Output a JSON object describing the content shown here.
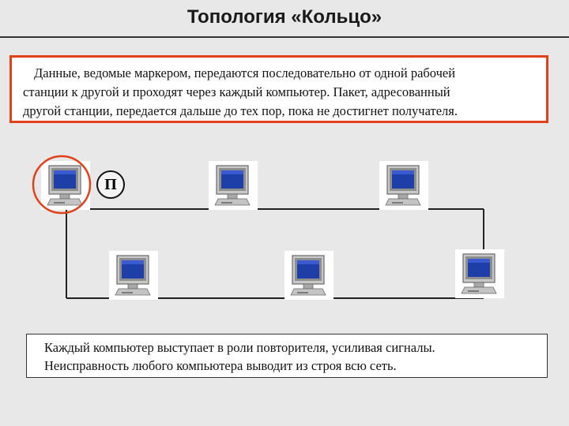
{
  "title": "Топология «Кольцо»",
  "description_lines": [
    "Данные, ведомые маркером, передаются последовательно от одной рабочей",
    "станции к другой и проходят через каждый компьютер. Пакет, адресованный",
    "другой станции, передается дальше до тех пор, пока не достигнет получателя."
  ],
  "diagram": {
    "sender_label": "П",
    "highlight_color": "#e0401a",
    "computers": [
      {
        "name": "computer-1",
        "icon": "computer-icon",
        "highlighted": true
      },
      {
        "name": "computer-2",
        "icon": "computer-icon"
      },
      {
        "name": "computer-3",
        "icon": "computer-icon"
      },
      {
        "name": "computer-4",
        "icon": "computer-icon"
      },
      {
        "name": "computer-5",
        "icon": "computer-icon"
      },
      {
        "name": "computer-6",
        "icon": "computer-icon"
      }
    ]
  },
  "notes": [
    "Каждый компьютер выступает в роли повторителя, усиливая сигналы.",
    "Неисправность любого компьютера выводит из строя всю сеть."
  ],
  "colors": {
    "accent": "#e0401a",
    "screen": "#1f3fa8",
    "monitor": "#b8b8b8"
  }
}
